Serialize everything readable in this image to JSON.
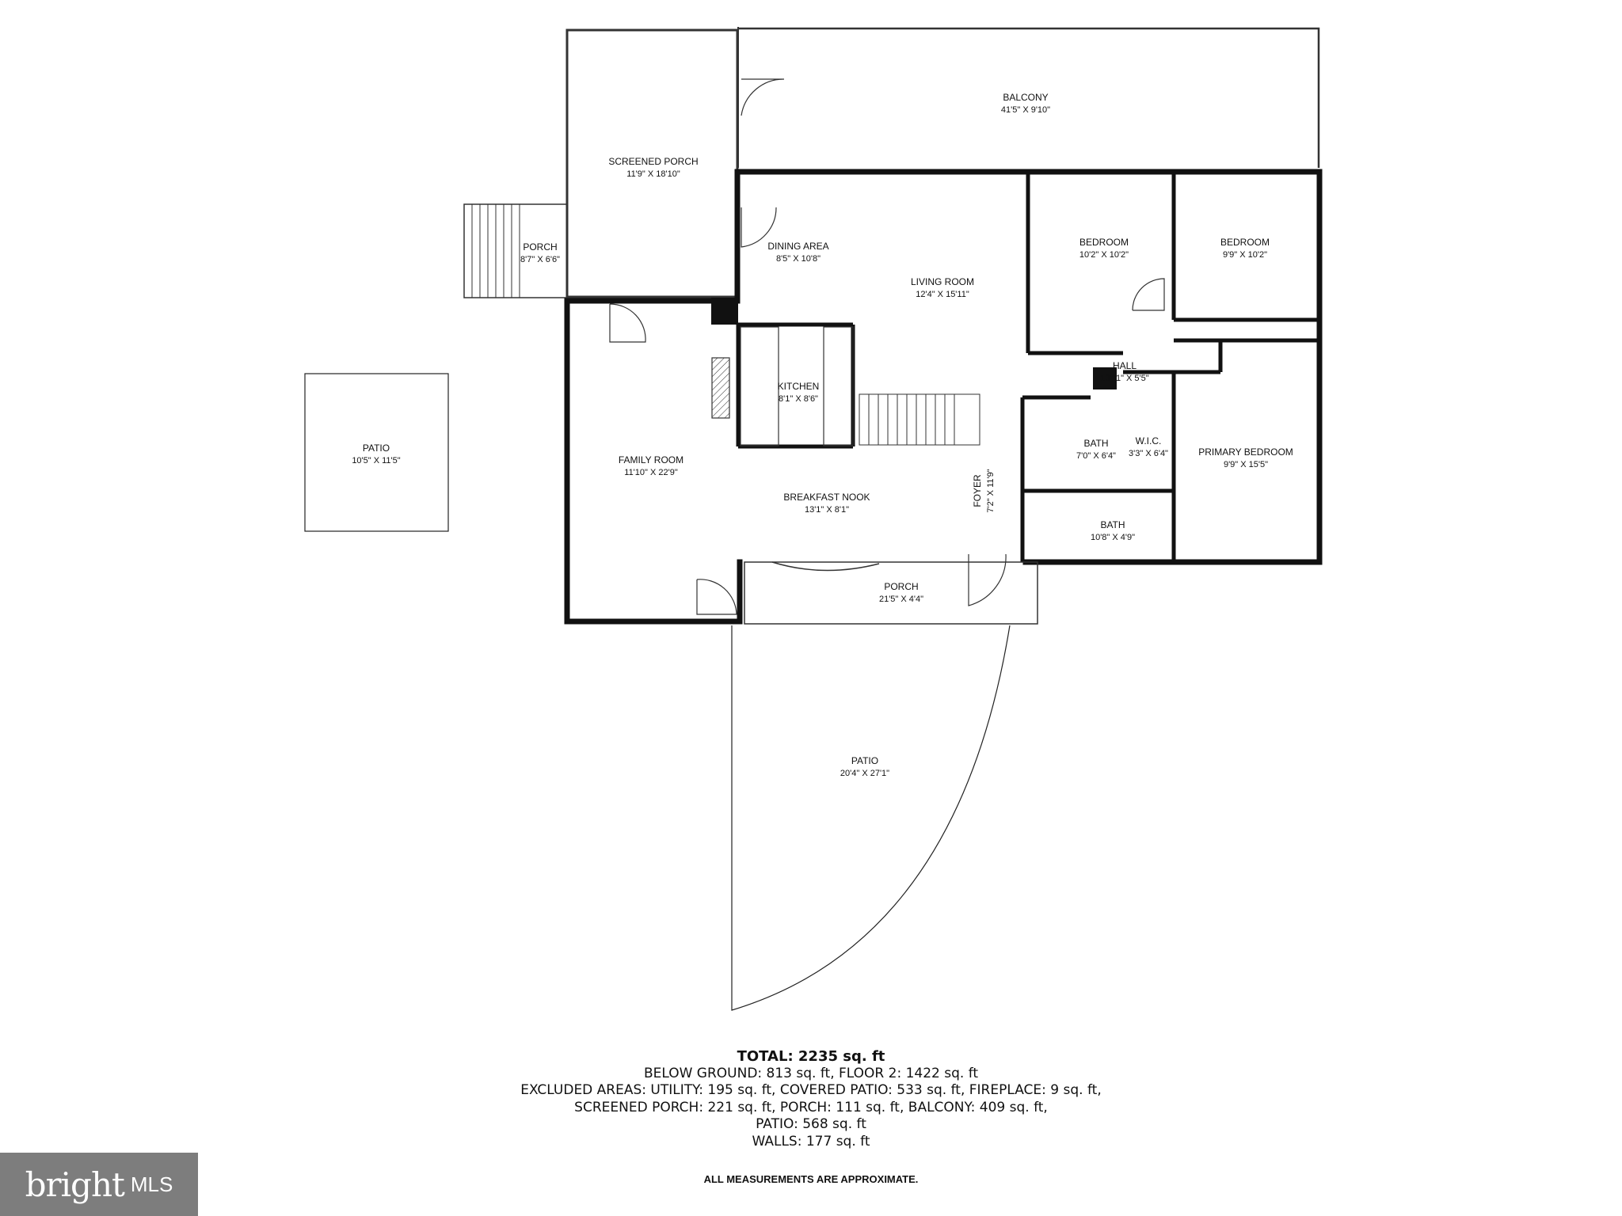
{
  "rooms": [
    {
      "id": "balcony",
      "name": "BALCONY",
      "dims": "41'5\" X 9'10\""
    },
    {
      "id": "screened-porch",
      "name": "SCREENED PORCH",
      "dims": "11'9\" X 18'10\""
    },
    {
      "id": "porch-small",
      "name": "PORCH",
      "dims": "8'7\" X 6'6\""
    },
    {
      "id": "dining-area",
      "name": "DINING AREA",
      "dims": "8'5\" X 10'8\""
    },
    {
      "id": "living-room",
      "name": "LIVING ROOM",
      "dims": "12'4\" X 15'11\""
    },
    {
      "id": "bedroom-1",
      "name": "BEDROOM",
      "dims": "10'2\" X 10'2\""
    },
    {
      "id": "bedroom-2",
      "name": "BEDROOM",
      "dims": "9'9\" X 10'2\""
    },
    {
      "id": "hall",
      "name": "HALL",
      "dims": "13'11\" X 5'5\""
    },
    {
      "id": "kitchen",
      "name": "KITCHEN",
      "dims": "8'1\" X 8'6\""
    },
    {
      "id": "patio-west",
      "name": "PATIO",
      "dims": "10'5\" X 11'5\""
    },
    {
      "id": "family-room",
      "name": "FAMILY ROOM",
      "dims": "11'10\" X 22'9\""
    },
    {
      "id": "bath-1",
      "name": "BATH",
      "dims": "7'0\" X 6'4\""
    },
    {
      "id": "wic",
      "name": "W.I.C.",
      "dims": "3'3\" X 6'4\""
    },
    {
      "id": "primary-bedroom",
      "name": "PRIMARY BEDROOM",
      "dims": "9'9\" X 15'5\""
    },
    {
      "id": "breakfast-nook",
      "name": "BREAKFAST NOOK",
      "dims": "13'1\" X 8'1\""
    },
    {
      "id": "foyer",
      "name": "FOYER",
      "dims": "7'2\" X 11'9\""
    },
    {
      "id": "bath-2",
      "name": "BATH",
      "dims": "10'8\" X 4'9\""
    },
    {
      "id": "porch-front",
      "name": "PORCH",
      "dims": "21'5\" X 4'4\""
    },
    {
      "id": "patio-south",
      "name": "PATIO",
      "dims": "20'4\" X 27'1\""
    }
  ],
  "summary": {
    "total": "TOTAL: 2235 sq. ft",
    "line1": "BELOW GROUND: 813 sq. ft, FLOOR 2: 1422 sq. ft",
    "line2": "EXCLUDED AREAS: UTILITY: 195 sq. ft, COVERED PATIO: 533 sq. ft, FIREPLACE: 9 sq. ft,",
    "line3": "SCREENED PORCH: 221 sq. ft, PORCH: 111 sq. ft, BALCONY: 409 sq. ft,",
    "line4": "PATIO: 568 sq. ft",
    "line5": "WALLS: 177 sq. ft"
  },
  "note": "ALL MEASUREMENTS ARE APPROXIMATE.",
  "logo": {
    "brand": "bright",
    "suffix": "MLS"
  }
}
